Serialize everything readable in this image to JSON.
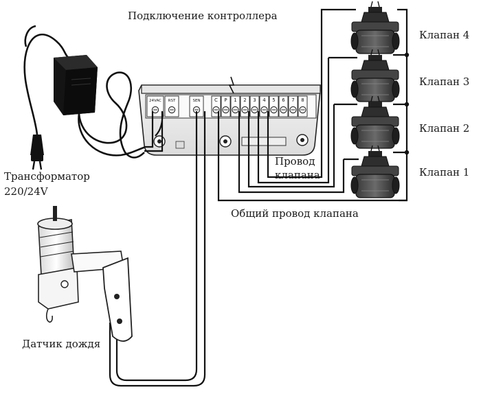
{
  "diagram": {
    "title": "Подключение контроллера",
    "transformer_label": {
      "line1": "Трансформатор",
      "line2": "220/24V"
    },
    "rain_sensor_label": "Датчик дождя",
    "valve_wire_label": {
      "line1": "Провод",
      "line2": "клапана"
    },
    "common_wire_label": "Общий провод клапана",
    "valves": [
      {
        "label": "Клапан 4"
      },
      {
        "label": "Клапан 3"
      },
      {
        "label": "Клапан 2"
      },
      {
        "label": "Клапан 1"
      }
    ],
    "terminals": [
      "24VAC",
      "RST",
      "SEN",
      "C",
      "P",
      "1",
      "2",
      "3",
      "4",
      "5",
      "6",
      "7",
      "8"
    ]
  }
}
